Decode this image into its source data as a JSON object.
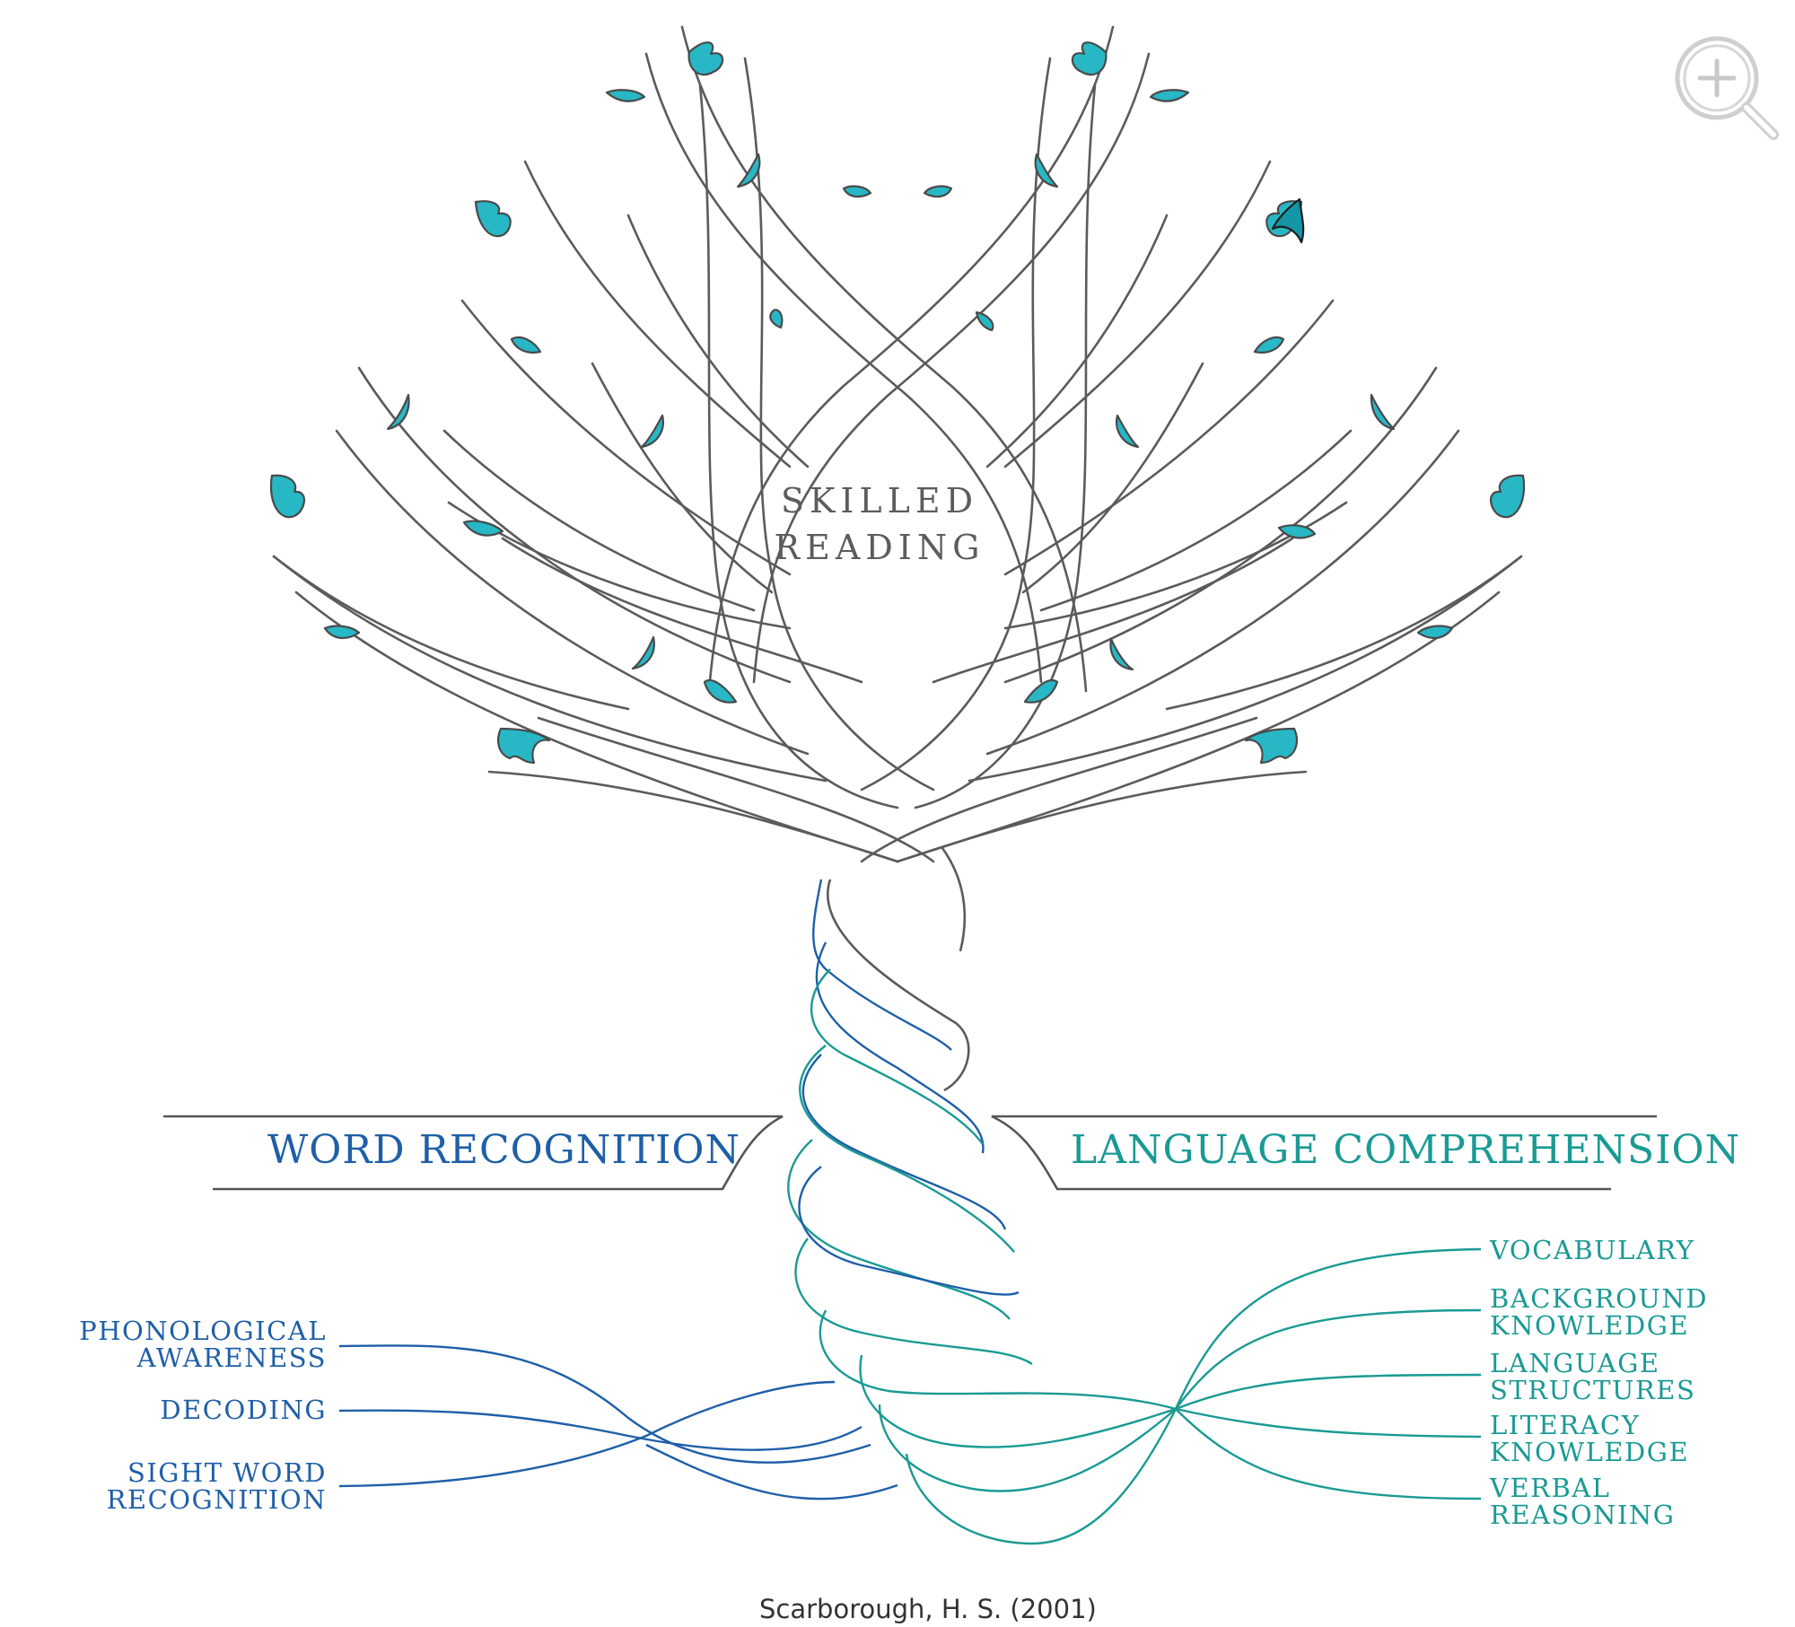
{
  "title": {
    "line1": "SKILLED",
    "line2": "READING"
  },
  "strands": {
    "word_recognition": {
      "label": "WORD RECOGNITION",
      "color": "#1f5fa8",
      "items": [
        {
          "line1": "PHONOLOGICAL",
          "line2": "AWARENESS"
        },
        {
          "line1": "DECODING",
          "line2": ""
        },
        {
          "line1": "SIGHT WORD",
          "line2": "RECOGNITION"
        }
      ]
    },
    "language_comprehension": {
      "label": "LANGUAGE COMPREHENSION",
      "color": "#1a9a94",
      "items": [
        {
          "line1": "VOCABULARY",
          "line2": ""
        },
        {
          "line1": "BACKGROUND",
          "line2": "KNOWLEDGE"
        },
        {
          "line1": "LANGUAGE",
          "line2": "STRUCTURES"
        },
        {
          "line1": "LITERACY",
          "line2": "KNOWLEDGE"
        },
        {
          "line1": "VERBAL",
          "line2": "REASONING"
        }
      ]
    }
  },
  "leaf_color": "#27b7c5",
  "citation": "Scarborough, H. S. (2001)",
  "zoom_button": {
    "icon": "zoom-in-icon"
  }
}
